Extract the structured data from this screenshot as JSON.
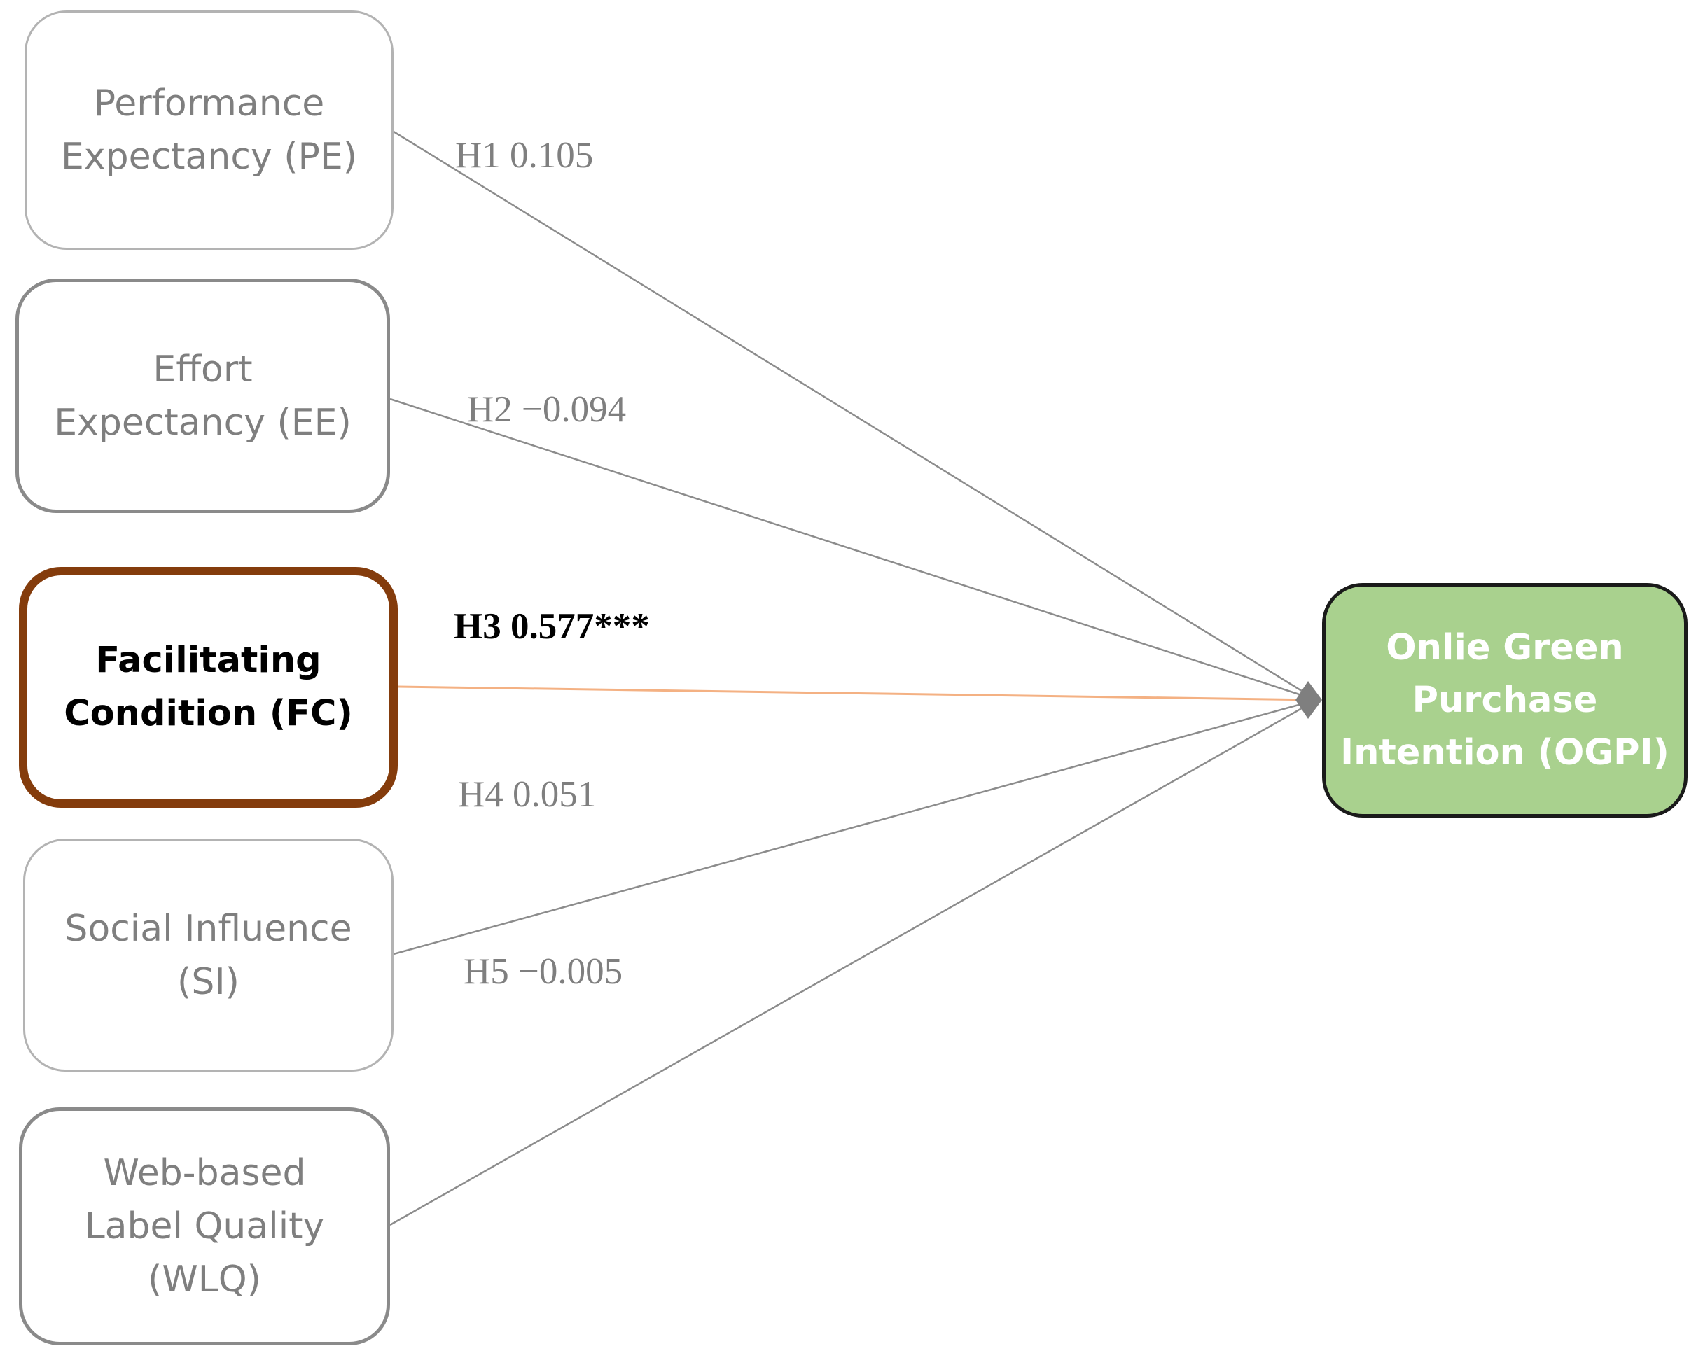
{
  "nodes": {
    "pe": [
      "Performance",
      "Expectancy (PE)"
    ],
    "ee": [
      "Effort",
      "Expectancy (EE)"
    ],
    "fc": [
      "Facilitating",
      "Condition (FC)"
    ],
    "si": [
      "Social Influence",
      "(SI)"
    ],
    "wlq": [
      "Web-based",
      "Label Quality",
      "(WLQ)"
    ],
    "ogpi": [
      "Onlie Green",
      "Purchase",
      "Intention (OGPI)"
    ]
  },
  "paths": {
    "h1": "H1  0.105",
    "h2": "H2  −0.094",
    "h3": "H3 0.577***",
    "h4": "H4  0.051",
    "h5": "H5  −0.005"
  },
  "colors": {
    "edge": "#8c8c8c",
    "edge_highlight": "#f4b183",
    "fc_border": "#843c0c",
    "ogpi_fill": "#a9d18e",
    "arrowhead": "#7f7f7f"
  }
}
